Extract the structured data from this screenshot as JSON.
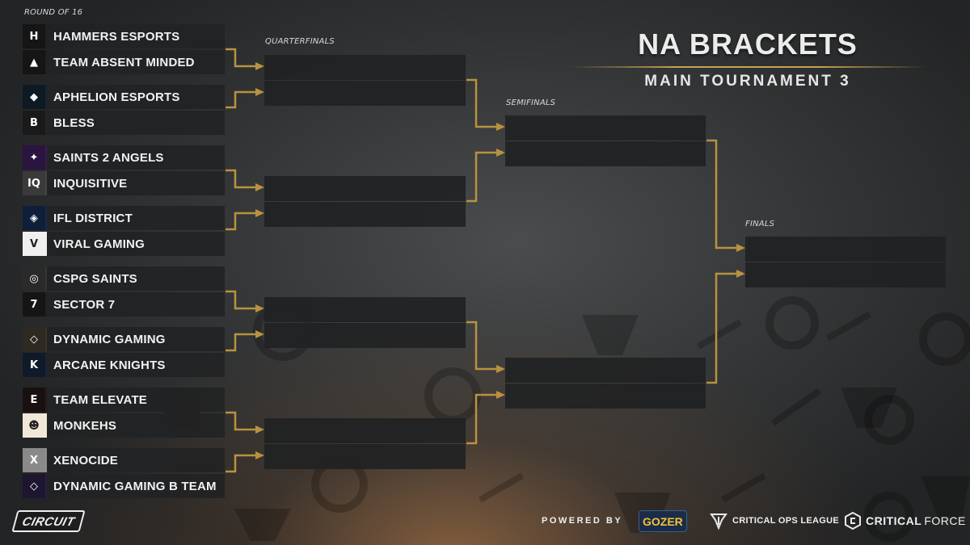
{
  "rounds": {
    "r16": "ROUND OF 16",
    "qf": "QUARTERFINALS",
    "sf": "SEMIFINALS",
    "final": "FINALS"
  },
  "title": {
    "main": "NA BRACKETS",
    "sub": "MAIN TOURNAMENT 3"
  },
  "teams": [
    {
      "name": "HAMMERS ESPORTS",
      "logo": "H",
      "logo_bg": "#151515"
    },
    {
      "name": "TEAM ABSENT MINDED",
      "logo": "▲",
      "logo_bg": "#151515"
    },
    {
      "name": "APHELION ESPORTS",
      "logo": "◆",
      "logo_bg": "#0d1a24"
    },
    {
      "name": "BLESS",
      "logo": "B",
      "logo_bg": "#1a1a1a"
    },
    {
      "name": "SAINTS 2 ANGELS",
      "logo": "✦",
      "logo_bg": "#2a1440"
    },
    {
      "name": "INQUISITIVE",
      "logo": "IQ",
      "logo_bg": "#3a3a3a"
    },
    {
      "name": "IFL DISTRICT",
      "logo": "◈",
      "logo_bg": "#0e1f3a"
    },
    {
      "name": "VIRAL GAMING",
      "logo": "V",
      "logo_bg": "#f0f0f0"
    },
    {
      "name": "CSPG SAINTS",
      "logo": "◎",
      "logo_bg": "#2a2a2a"
    },
    {
      "name": "SECTOR 7",
      "logo": "7",
      "logo_bg": "#151515"
    },
    {
      "name": "DYNAMIC GAMING",
      "logo": "◇",
      "logo_bg": "#2e2a22"
    },
    {
      "name": "ARCANE KNIGHTS",
      "logo": "K",
      "logo_bg": "#0f1a2a"
    },
    {
      "name": "TEAM ELEVATE",
      "logo": "E",
      "logo_bg": "#1a1010"
    },
    {
      "name": "MONKEHS",
      "logo": "☻",
      "logo_bg": "#f2e8d8"
    },
    {
      "name": "XENOCIDE",
      "logo": "X",
      "logo_bg": "#8a8a8a"
    },
    {
      "name": "DYNAMIC GAMING B TEAM",
      "logo": "◇",
      "logo_bg": "#1e1530"
    }
  ],
  "footer": {
    "brand": "CIRCUIT",
    "powered_by": "POWERED BY",
    "gozer": "GOZER",
    "league": "CRITICAL OPS LEAGUE",
    "critical": "CRITICAL",
    "force": "FORCE"
  },
  "colors": {
    "gold": "#b9923f",
    "slot": "#202122"
  }
}
